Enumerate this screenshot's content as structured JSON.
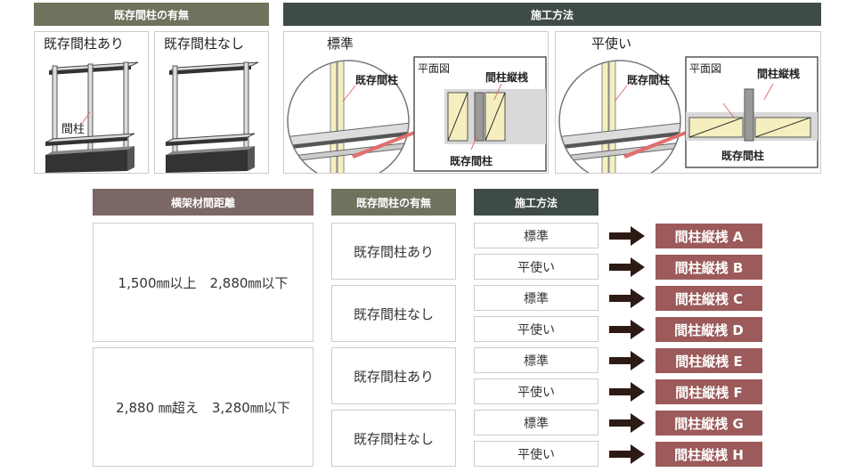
{
  "top": {
    "presence_header": "既存間柱の有無",
    "method_header": "施工方法",
    "panel_with_title": "既存間柱あり",
    "panel_without_title": "既存間柱なし",
    "stud_label": "間柱",
    "standard_title": "標準",
    "flat_title": "平使い",
    "existing_stud_label": "既存間柱",
    "plan_view_label": "平面図",
    "vertical_batten_label": "間柱縦桟",
    "existing_stud_bottom_label": "既存間柱"
  },
  "table": {
    "col_distance": "横架材間距離",
    "col_presence": "既存間柱の有無",
    "col_method": "施工方法",
    "ranges": [
      "1,500㎜以上　2,880㎜以下",
      "2,880 ㎜超え　3,280㎜以下"
    ],
    "presence": [
      "既存間柱あり",
      "既存間柱なし",
      "既存間柱あり",
      "既存間柱なし"
    ],
    "methods": [
      "標準",
      "平使い",
      "標準",
      "平使い",
      "標準",
      "平使い",
      "標準",
      "平使い"
    ],
    "results": [
      "間柱縦桟 A",
      "間柱縦桟 B",
      "間柱縦桟 C",
      "間柱縦桟 D",
      "間柱縦桟 E",
      "間柱縦桟 F",
      "間柱縦桟 G",
      "間柱縦桟 H"
    ]
  },
  "colors": {
    "olive_header": "#6f735e",
    "dark_header": "#3f4b47",
    "mauve_header": "#7b6763",
    "result_fill": "#9c5a5a",
    "arrow_fill": "#2e1a14",
    "stud_yellow": "#f5efbf",
    "accent_arrow": "#e07070"
  }
}
